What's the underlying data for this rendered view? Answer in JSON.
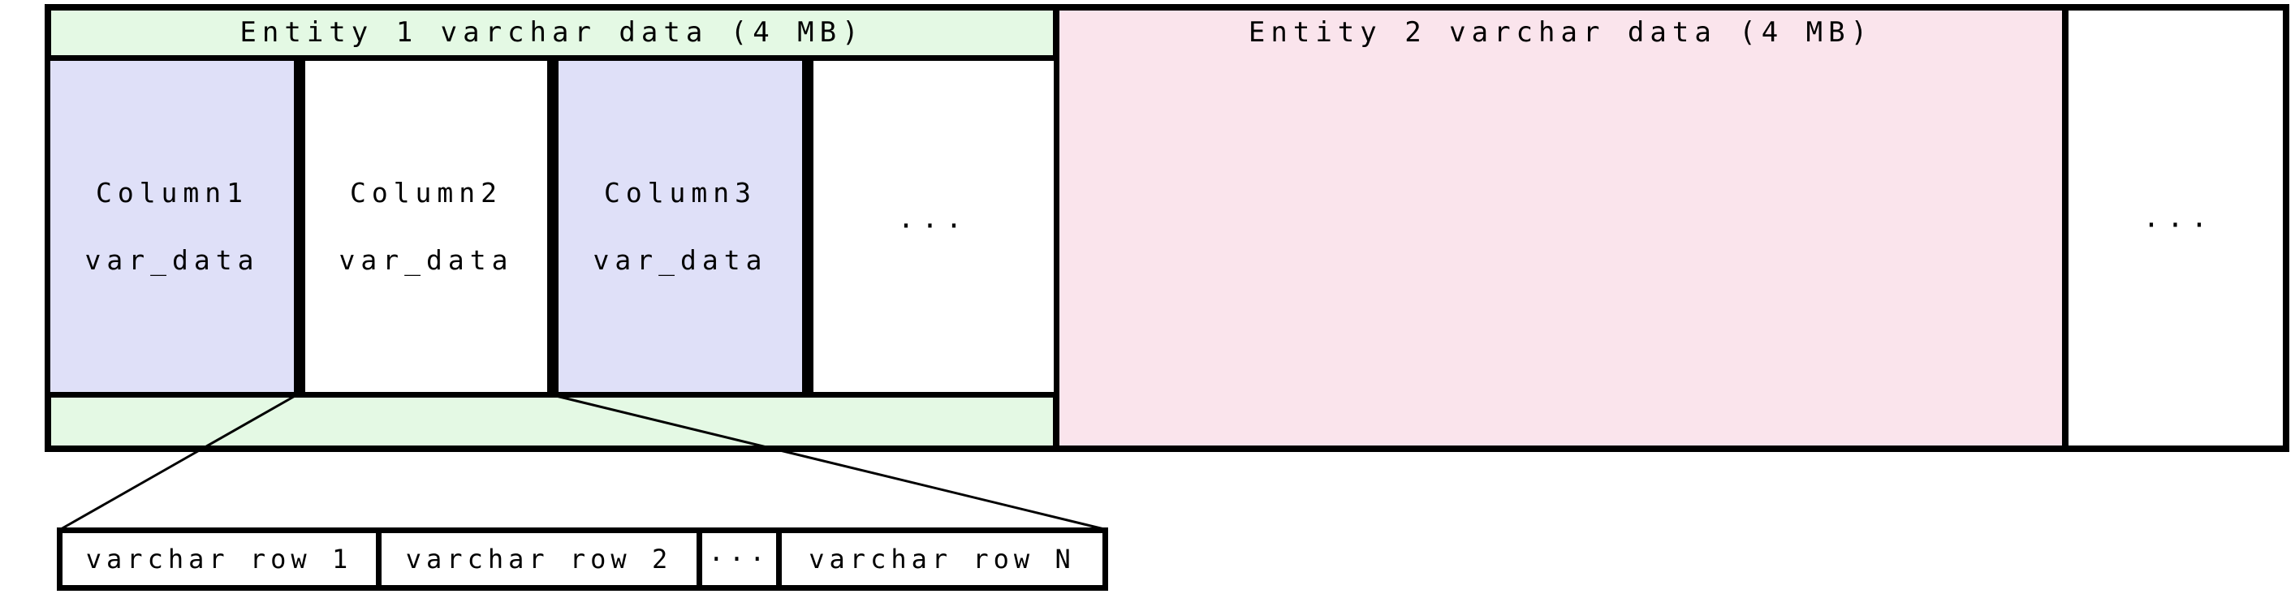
{
  "diagram": {
    "colors": {
      "entity1_fill": "#e4f9e4",
      "entity2_fill": "#fae4ec",
      "column_fill_lavender": "#dfe0f8",
      "column_fill_white": "#ffffff",
      "line_color": "#000000"
    },
    "entity1": {
      "title": "Entity 1 varchar data (4 MB)",
      "columns": [
        {
          "name": "Column1",
          "field": "var_data",
          "fill": "#dfe0f8"
        },
        {
          "name": "Column2",
          "field": "var_data",
          "fill": "#ffffff"
        },
        {
          "name": "Column3",
          "field": "var_data",
          "fill": "#dfe0f8"
        }
      ],
      "more_columns_ellipsis": "···"
    },
    "entity2": {
      "title": "Entity 2 varchar data (4 MB)"
    },
    "more_entities_ellipsis": "···",
    "column_detail": {
      "cells": [
        "varchar row 1",
        "varchar row 2",
        "···",
        "varchar row N"
      ]
    }
  }
}
